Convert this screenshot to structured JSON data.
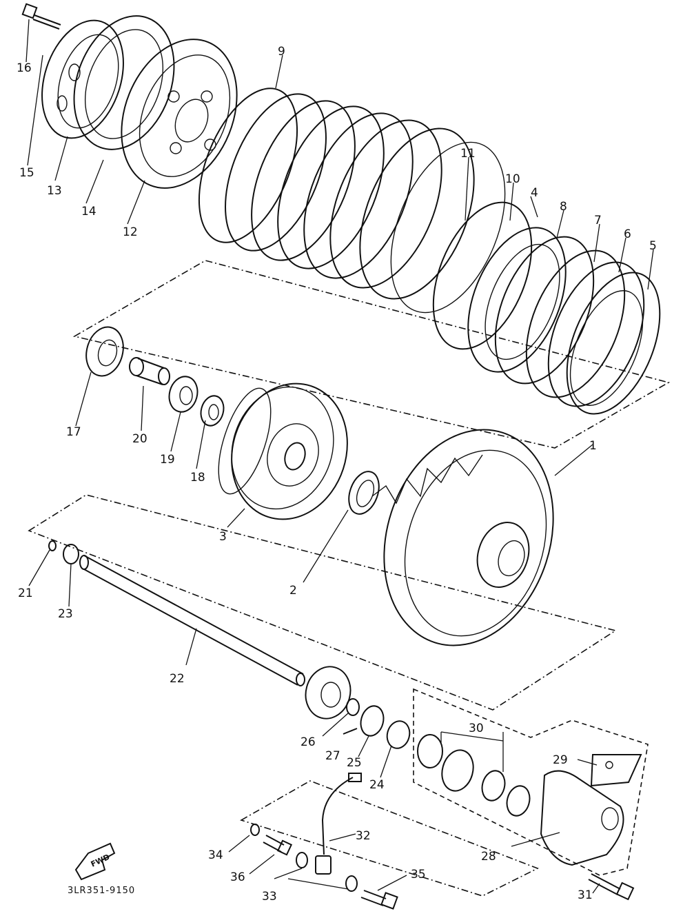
{
  "diagram": {
    "code": "3LR351-9150",
    "fwd": "FWD",
    "callouts": [
      {
        "id": "c1",
        "text": "1"
      },
      {
        "id": "c2",
        "text": "2"
      },
      {
        "id": "c3",
        "text": "3"
      },
      {
        "id": "c4",
        "text": "4"
      },
      {
        "id": "c5",
        "text": "5"
      },
      {
        "id": "c6",
        "text": "6"
      },
      {
        "id": "c7",
        "text": "7"
      },
      {
        "id": "c8",
        "text": "8"
      },
      {
        "id": "c9",
        "text": "9"
      },
      {
        "id": "c10",
        "text": "10"
      },
      {
        "id": "c11",
        "text": "11"
      },
      {
        "id": "c12",
        "text": "12"
      },
      {
        "id": "c13",
        "text": "13"
      },
      {
        "id": "c14",
        "text": "14"
      },
      {
        "id": "c15",
        "text": "15"
      },
      {
        "id": "c16",
        "text": "16"
      },
      {
        "id": "c17",
        "text": "17"
      },
      {
        "id": "c18",
        "text": "18"
      },
      {
        "id": "c19",
        "text": "19"
      },
      {
        "id": "c20",
        "text": "20"
      },
      {
        "id": "c21",
        "text": "21"
      },
      {
        "id": "c22",
        "text": "22"
      },
      {
        "id": "c23",
        "text": "23"
      },
      {
        "id": "c24",
        "text": "24"
      },
      {
        "id": "c25",
        "text": "25"
      },
      {
        "id": "c26",
        "text": "26"
      },
      {
        "id": "c27",
        "text": "27"
      },
      {
        "id": "c28",
        "text": "28"
      },
      {
        "id": "c29",
        "text": "29"
      },
      {
        "id": "c30",
        "text": "30"
      },
      {
        "id": "c31",
        "text": "31"
      },
      {
        "id": "c32",
        "text": "32"
      },
      {
        "id": "c33",
        "text": "33"
      },
      {
        "id": "c34",
        "text": "34"
      },
      {
        "id": "c35",
        "text": "35"
      },
      {
        "id": "c36",
        "text": "36"
      }
    ]
  }
}
